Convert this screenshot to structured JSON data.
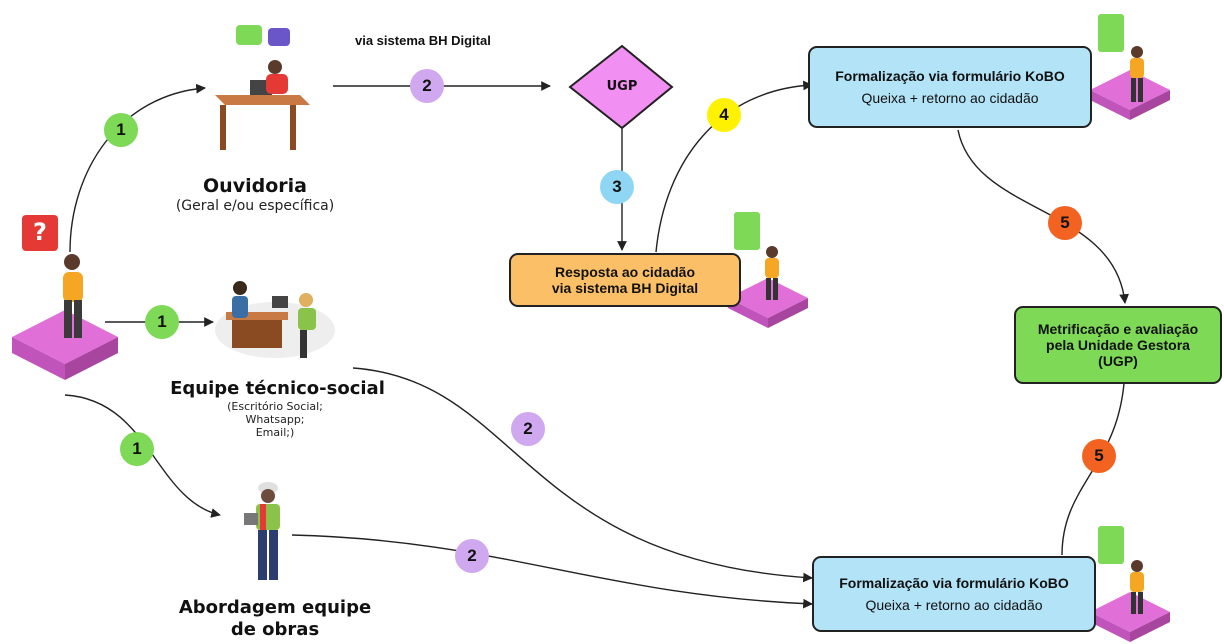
{
  "colors": {
    "green": "#7ed957",
    "purple": "#cfa8ef",
    "blue": "#8fd6f5",
    "yellow": "#fff200",
    "orange_badge": "#f26322",
    "ugp_fill": "#f28ff2",
    "kobo_fill": "#b3e3f7",
    "resposta_fill": "#fbbf67",
    "metric_fill": "#7ed957"
  },
  "nodes": {
    "ouvidoria": {
      "title": "Ouvidoria",
      "subtitle": "(Geral e/ou específica)"
    },
    "equipe": {
      "title": "Equipe técnico-social",
      "line1": "(Escritório Social;",
      "line2": "Whatsapp;",
      "line3": "Email;)"
    },
    "abordagem": {
      "title1": "Abordagem equipe",
      "title2": "de obras"
    },
    "ugp": {
      "label": "UGP"
    },
    "via_label": "via sistema BH Digital",
    "kobo_top": {
      "title": "Formalização via formulário KoBO",
      "text": "Queixa + retorno ao cidadão"
    },
    "kobo_bottom": {
      "title": "Formalização via formulário KoBO",
      "text": "Queixa + retorno ao cidadão"
    },
    "resposta": {
      "line1": "Resposta ao cidadão",
      "line2": "via sistema BH Digital"
    },
    "metric": {
      "line1": "Metrificação e avaliação",
      "line2": "pela Unidade Gestora",
      "line3": "(UGP)"
    },
    "question_icon": "?"
  },
  "badges": {
    "g1_top": "1",
    "g1_mid": "1",
    "g1_bot": "1",
    "p2_top": "2",
    "p2_mid": "2",
    "p2_bot": "2",
    "b3": "3",
    "y4": "4",
    "o5_top": "5",
    "o5_bot": "5"
  }
}
